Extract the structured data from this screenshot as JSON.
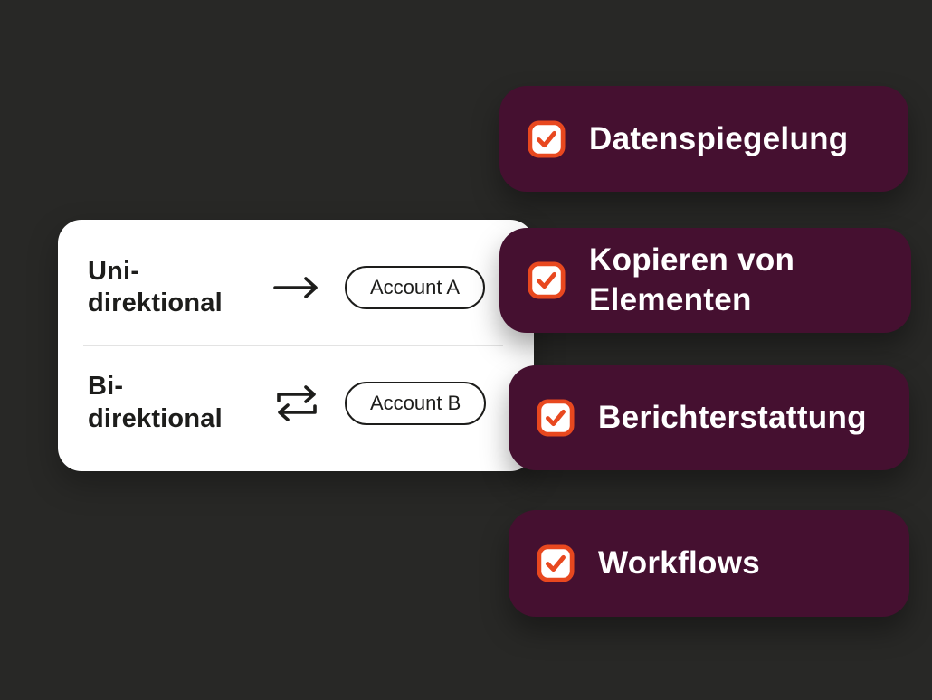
{
  "canvas": {
    "background": "#282826"
  },
  "colors": {
    "badge_background": "#451030",
    "check_orange": "#e8481f",
    "card_background": "#ffffff",
    "text_dark": "#1d1d1b",
    "text_light": "#ffffff"
  },
  "sync_card": {
    "rows": [
      {
        "label_line1": "Uni-",
        "label_line2": "direktional",
        "arrow_icon": "arrow-right-icon",
        "account_label": "Account A"
      },
      {
        "label_line1": "Bi-",
        "label_line2": "direktional",
        "arrow_icon": "arrows-swap-icon",
        "account_label": "Account B"
      }
    ]
  },
  "features": {
    "items": [
      {
        "label": "Datenspiegelung",
        "icon": "checkbox-checked-icon"
      },
      {
        "label": "Kopieren von Elementen",
        "icon": "checkbox-checked-icon"
      },
      {
        "label": "Berichterstattung",
        "icon": "checkbox-checked-icon"
      },
      {
        "label": "Workflows",
        "icon": "checkbox-checked-icon"
      }
    ]
  }
}
